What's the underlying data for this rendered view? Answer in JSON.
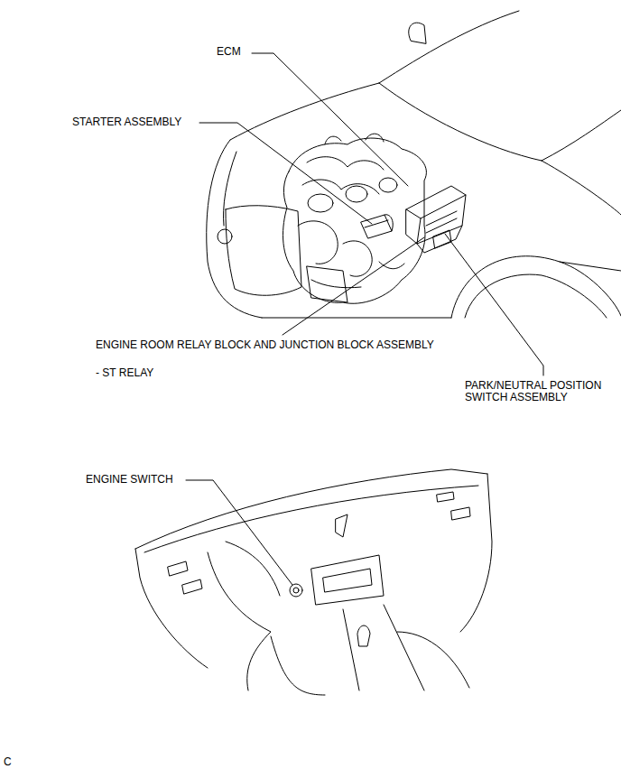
{
  "diagram": {
    "labels": [
      "ECM",
      "STARTER ASSEMBLY",
      "ENGINE ROOM RELAY BLOCK AND JUNCTION BLOCK ASSEMBLY",
      "- ST RELAY",
      "PARK/NEUTRAL POSITION SWITCH ASSEMBLY",
      "ENGINE SWITCH",
      "C"
    ]
  }
}
